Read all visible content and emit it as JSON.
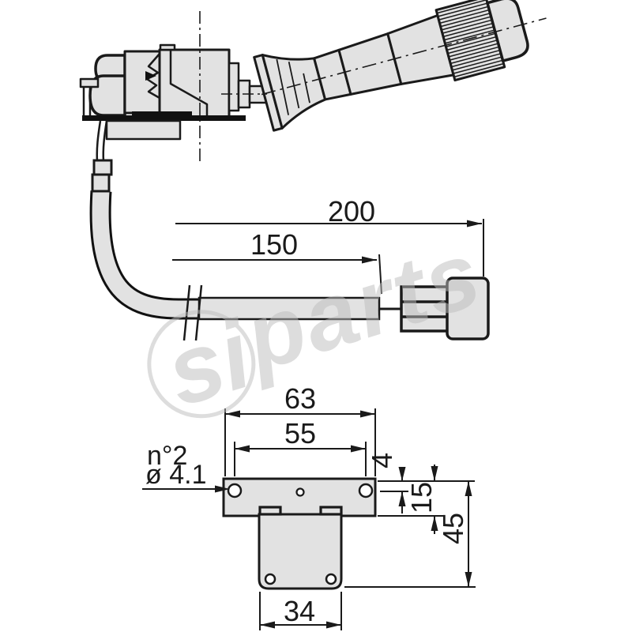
{
  "drawing": {
    "title": "steering column switch lever technical drawing",
    "dims": {
      "d200": "200",
      "d150": "150",
      "d63": "63",
      "d55": "55",
      "d4": "4",
      "d15": "15",
      "d45": "45",
      "d34": "34"
    },
    "notes": {
      "hole_count": "n°2",
      "hole_diameter": "ø 4.1"
    },
    "watermark": {
      "part1": "si",
      "part2": "parts"
    },
    "colors": {
      "line": "#1a1a1a",
      "fill": "#e2e2e2",
      "watermark": "#bdbdbd",
      "background": "#ffffff"
    }
  }
}
